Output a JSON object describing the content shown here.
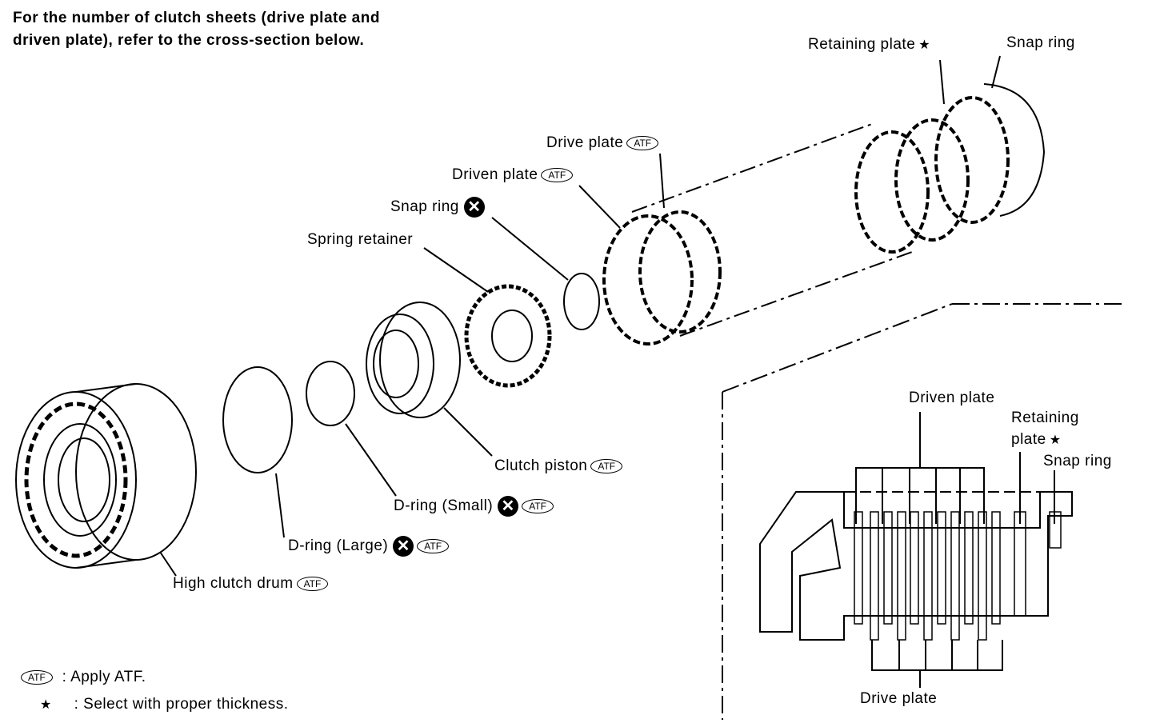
{
  "header": {
    "note_line1": "For the number of clutch sheets (drive plate and",
    "note_line2": "driven plate), refer to the cross-section below."
  },
  "labels": {
    "retaining_plate_top": "Retaining plate",
    "snap_ring_top": "Snap ring",
    "drive_plate": "Drive plate",
    "driven_plate": "Driven plate",
    "snap_ring": "Snap ring",
    "spring_retainer": "Spring retainer",
    "clutch_piston": "Clutch piston",
    "d_ring_small": "D-ring (Small)",
    "d_ring_large": "D-ring (Large)",
    "high_clutch_drum": "High clutch drum"
  },
  "cross_section": {
    "driven_plate": "Driven plate",
    "retaining_plate_l1": "Retaining",
    "retaining_plate_l2": "plate",
    "snap_ring": "Snap ring",
    "drive_plate": "Drive plate"
  },
  "symbols": {
    "atf": "ATF",
    "star": "★",
    "replace": "✕"
  },
  "legend": {
    "atf_desc": ": Apply ATF.",
    "star_desc": ": Select with proper thickness."
  }
}
